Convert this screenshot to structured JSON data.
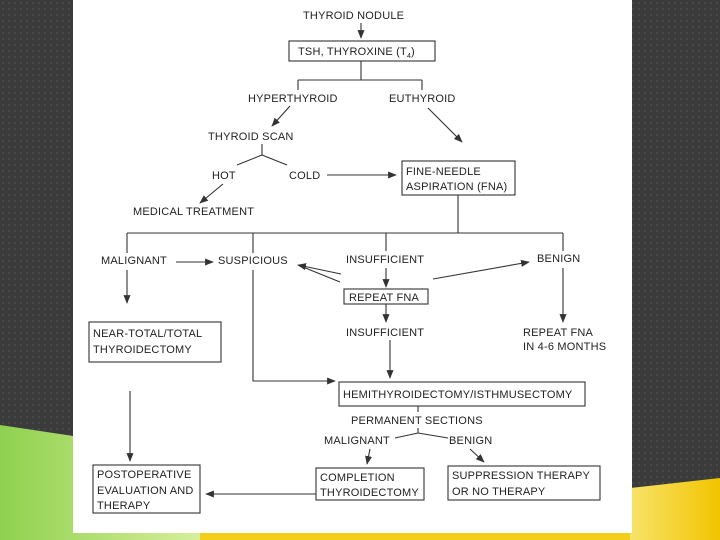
{
  "flowchart": {
    "thyroid_nodule": "THYROID NODULE",
    "tsh_text": "TSH, THYROXINE (T",
    "tsh_sub": "4",
    "tsh_close": ")",
    "hyperthyroid": "HYPERTHYROID",
    "euthyroid": "EUTHYROID",
    "thyroid_scan": "THYROID SCAN",
    "hot": "HOT",
    "cold": "COLD",
    "fna_line1": "FINE-NEEDLE",
    "fna_line2": "ASPIRATION (FNA)",
    "medical_treatment": "MEDICAL TREATMENT",
    "malignant": "MALIGNANT",
    "suspicious": "SUSPICIOUS",
    "insufficient": "INSUFFICIENT",
    "benign": "BENIGN",
    "repeat_fna": "REPEAT FNA",
    "insufficient_2": "INSUFFICIENT",
    "repeat_fna_months_1": "REPEAT FNA",
    "repeat_fna_months_2": "IN 4-6 MONTHS",
    "near_total_1": "NEAR-TOTAL/TOTAL",
    "near_total_2": "THYROIDECTOMY",
    "hemithyroidectomy": "HEMITHYROIDECTOMY/ISTHMUSECTOMY",
    "permanent_sections": "PERMANENT SECTIONS",
    "malignant_2": "MALIGNANT",
    "benign_2": "BENIGN",
    "postop_1": "POSTOPERATIVE",
    "postop_2": "EVALUATION AND",
    "postop_3": "THERAPY",
    "completion_1": "COMPLETION",
    "completion_2": "THYROIDECTOMY",
    "suppression_1": "SUPPRESSION THERAPY",
    "suppression_2": "OR NO THERAPY"
  },
  "colors": {
    "background": "#3b3b3b",
    "panel": "#ffffff",
    "line": "#333333",
    "green_accent": "#8fd14f",
    "yellow_accent": "#f5d21f"
  }
}
